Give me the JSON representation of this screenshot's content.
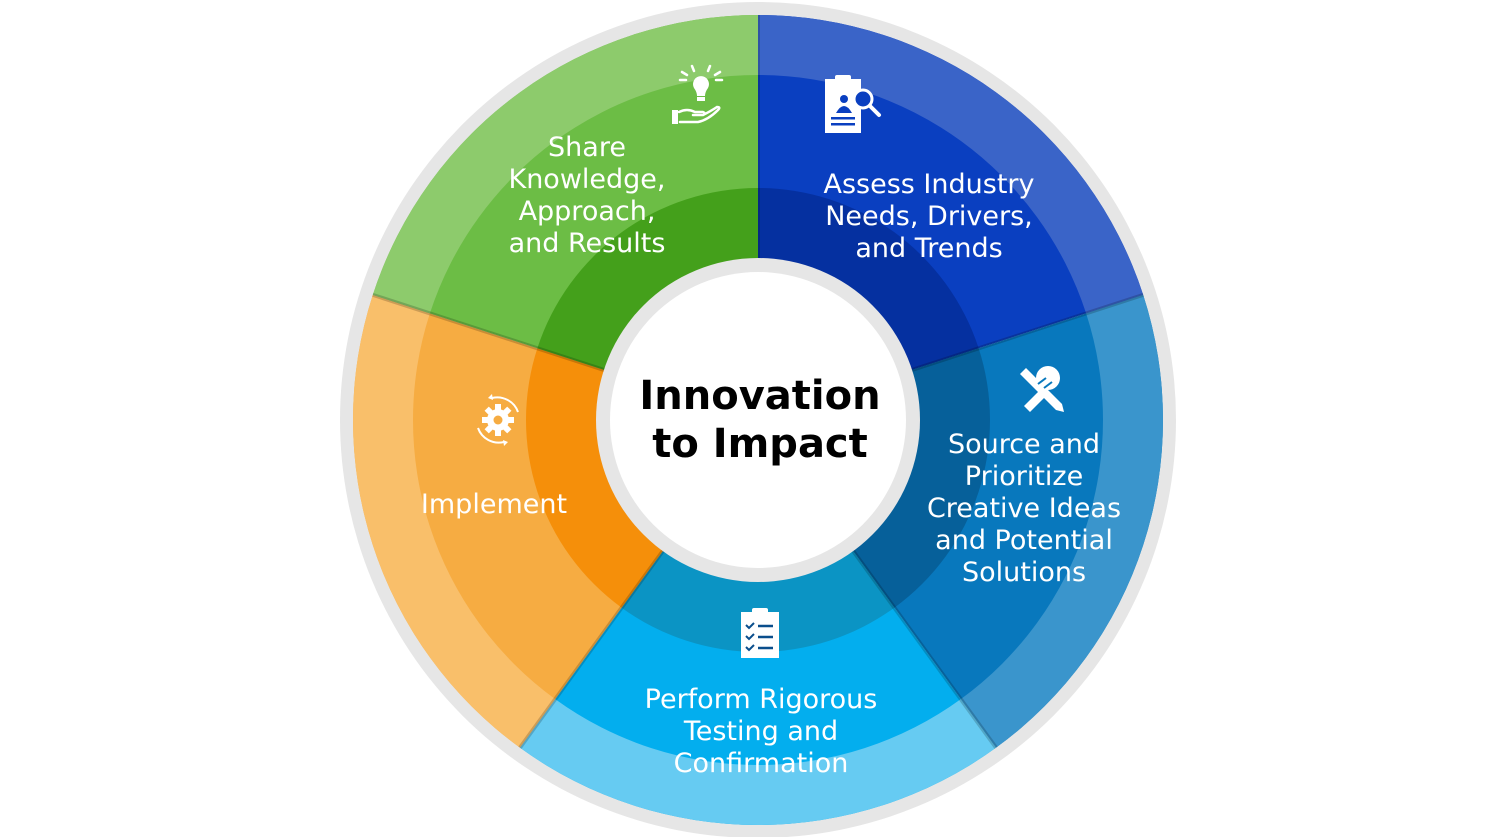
{
  "diagram": {
    "type": "cycle-wheel",
    "center": {
      "title_line1": "Innovation",
      "title_line2": "to Impact"
    },
    "segments": [
      {
        "id": "assess",
        "icon": "clipboard-search-person-icon",
        "lines": [
          "Assess Industry",
          "Needs, Drivers,",
          "and Trends"
        ],
        "colors": {
          "main": "#0A3FC0",
          "inner": "#0530A0",
          "outer": "#3A64C8"
        }
      },
      {
        "id": "source",
        "icon": "pencil-lightbulb-icon",
        "lines": [
          "Source and",
          "Prioritize",
          "Creative Ideas",
          "and Potential",
          "Solutions"
        ],
        "colors": {
          "main": "#0878BD",
          "inner": "#06609A",
          "outer": "#3A95CC"
        }
      },
      {
        "id": "perform",
        "icon": "checklist-clipboard-icon",
        "lines": [
          "Perform Rigorous",
          "Testing and",
          "Confirmation"
        ],
        "colors": {
          "main": "#03AEEE",
          "inner": "#0B94C4",
          "outer": "#66CBF2"
        }
      },
      {
        "id": "implement",
        "icon": "gear-cycle-icon",
        "lines": [
          "Implement"
        ],
        "colors": {
          "main": "#F6AC42",
          "inner": "#F58F0A",
          "outer": "#F9BF6A"
        }
      },
      {
        "id": "share",
        "icon": "hand-lightbulb-icon",
        "lines": [
          "Share",
          "Knowledge,",
          "Approach,",
          "and Results"
        ],
        "colors": {
          "main": "#6CBD45",
          "inner": "#44A01B",
          "outer": "#8DCB6C"
        }
      }
    ],
    "ring_color": "#E6E6E6",
    "center_fill": "#FFFFFF"
  }
}
